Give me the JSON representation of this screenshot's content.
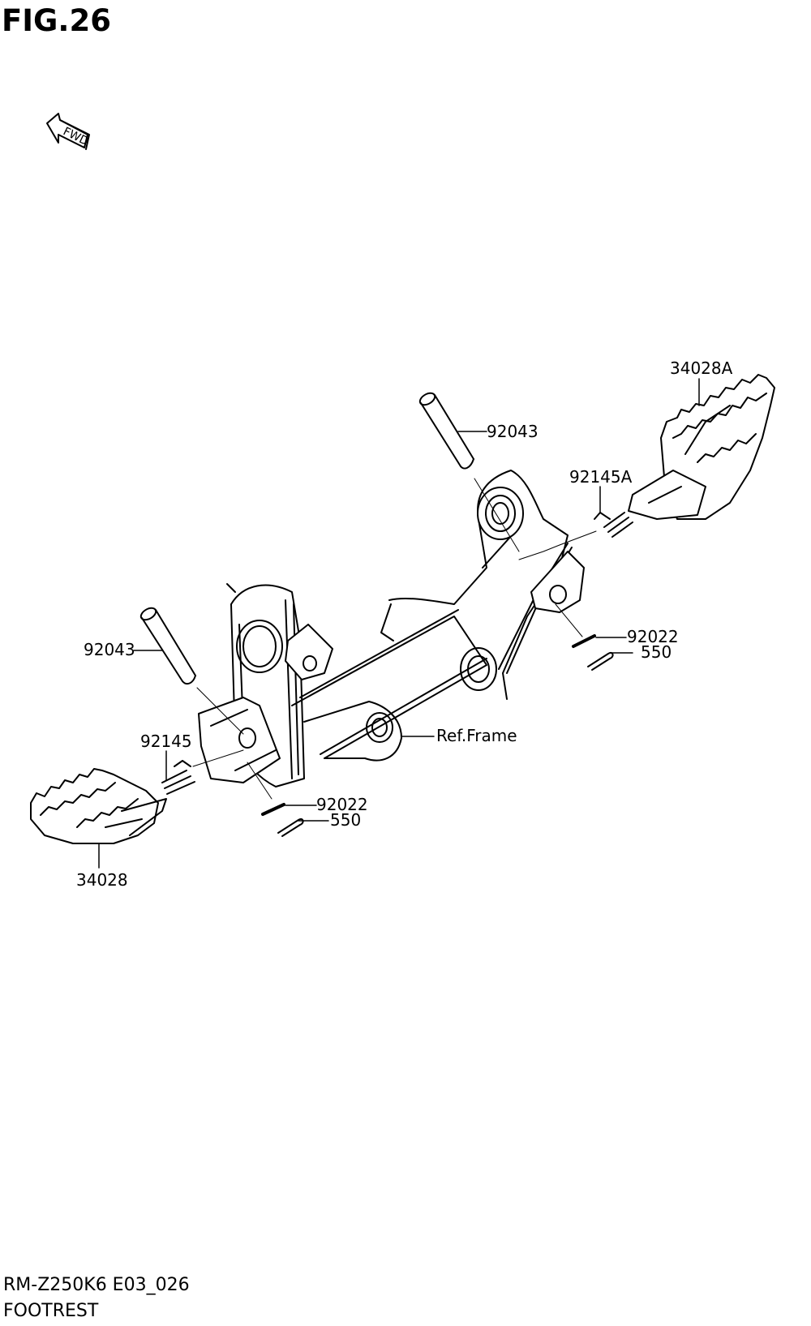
{
  "figure_title": "FIG.26",
  "fwd_label": "FWD",
  "callouts": {
    "pin_right": "92043",
    "footrest_right": "34028A",
    "spring_right": "92145A",
    "washer_right": "92022",
    "cotter_right": "550",
    "pin_left": "92043",
    "spring_left": "92145",
    "washer_left": "92022",
    "cotter_left": "550",
    "footrest_left": "34028",
    "frame_ref": "Ref.Frame"
  },
  "footer": {
    "model_code": "RM-Z250K6 E03_026",
    "section": "FOOTREST"
  }
}
